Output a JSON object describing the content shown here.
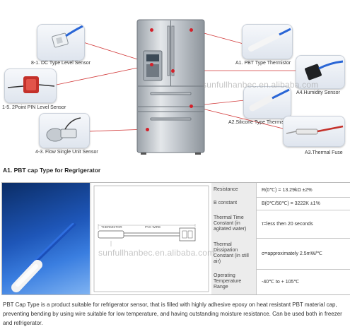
{
  "watermark": "sunfullhanbec.en.alibaba.com",
  "callouts": {
    "dc_level": "8-1. DC Type Level Sensor",
    "two_pin": "1-5. 2Point PIN Level Sensor",
    "flow_single": "4-3. Flow Single Unit Sensor",
    "pbt": "A1. PBT Type Thermistor",
    "humidity": "A4.Humidity Sensor",
    "silicone": "A2.Silicone Type Thermistor",
    "thermal_fuse": "A3.Thermal Fuse"
  },
  "section_title": "A1. PBT cap Type for Regrigerator",
  "diagram": {
    "label_thermistor": "THERMISTOR",
    "label_wire": "PVC WIRE"
  },
  "specs": [
    {
      "key": "Resistance",
      "value": "R(0℃) = 13.29kΩ ±2%"
    },
    {
      "key": "B constant",
      "value": "B(0℃/50℃) = 3222K ±1%"
    },
    {
      "key": "Thermal Time Constant (in agitated water)",
      "value": "τ=less then 20 seconds"
    },
    {
      "key": "Thermal Dissipation Constant (in still air)",
      "value": "σ=approximately 2.5mW/℃"
    },
    {
      "key": "Operating Temperature Range",
      "value": "-40℃ to + 105℃"
    }
  ],
  "description": "PBT Cap Type is a product suitable for refrigerator sensor, that is filled with highly adhesive epoxy on heat resistant PBT material cap, preventing bending by using wire suitable for low temperature, and having outstanding moisture resistance. Can be used both in freezer and refrigerator.",
  "colors": {
    "accent_red": "#d4202a",
    "photo_blue": "#1e56b8"
  }
}
